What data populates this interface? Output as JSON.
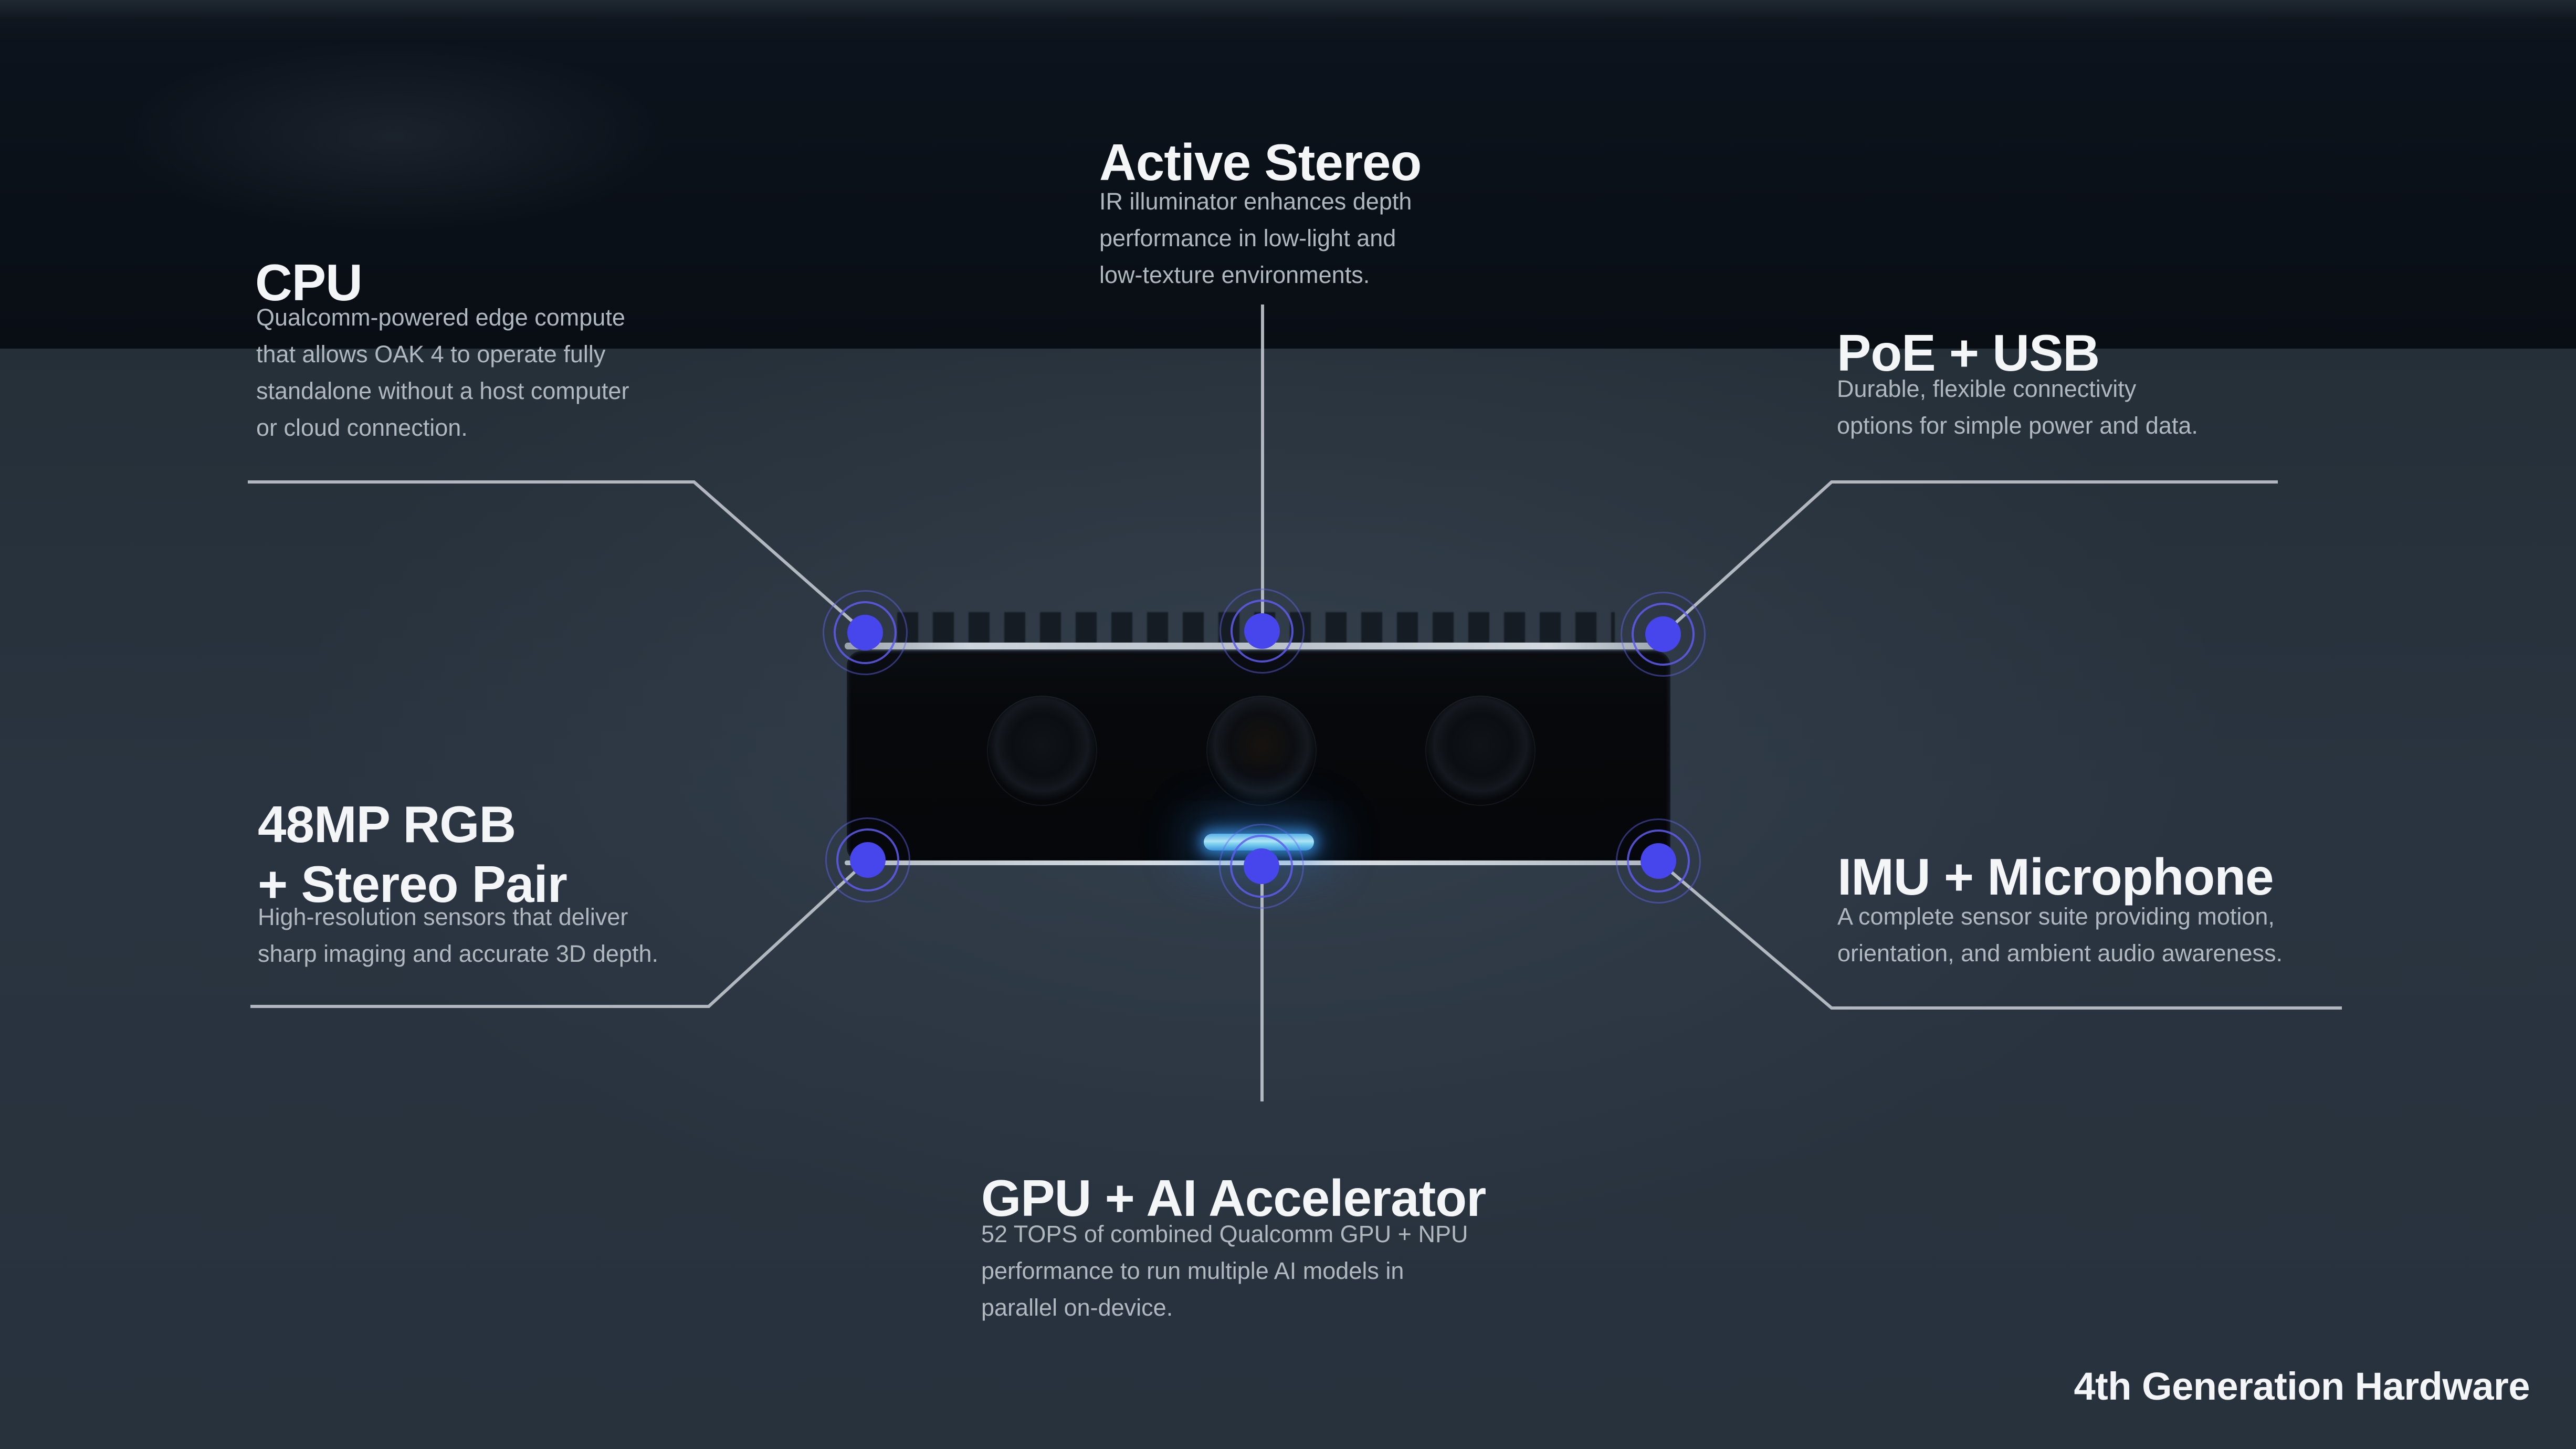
{
  "page": {
    "footer": "4th Generation Hardware"
  },
  "colors": {
    "accent_blue": "#4745ec",
    "ring_blue": "#6366f1",
    "led_cyan": "#8fd9f2",
    "connector_line": "#b9bfc6",
    "background": "#28323d",
    "lower_band": "#0b1119",
    "title_text": "#f3f5f7",
    "body_text": "#b0b7bf"
  },
  "callouts": [
    {
      "id": "cpu",
      "title": "CPU",
      "desc_lines": [
        "Qualcomm-powered edge compute",
        "that allows OAK 4 to operate fully",
        "standalone without a host computer",
        "or cloud connection."
      ]
    },
    {
      "id": "active-stereo",
      "title": "Active Stereo",
      "desc_lines": [
        "IR illuminator enhances depth",
        "performance in low-light and",
        "low-texture environments."
      ]
    },
    {
      "id": "poe-usb",
      "title": "PoE + USB",
      "desc_lines": [
        "Durable, flexible connectivity",
        "options for simple power and data."
      ]
    },
    {
      "id": "rgb-stereo-pair",
      "title_lines": [
        "48MP RGB",
        "+ Stereo Pair"
      ],
      "desc_lines": [
        "High-resolution sensors that deliver",
        "sharp imaging and accurate 3D depth."
      ]
    },
    {
      "id": "imu-microphone",
      "title": "IMU + Microphone",
      "desc_lines": [
        "A complete sensor suite providing motion,",
        "orientation, and ambient audio awareness."
      ]
    },
    {
      "id": "gpu-ai-accelerator",
      "title": "GPU + AI Accelerator",
      "desc_lines": [
        "52 TOPS of combined Qualcomm GPU + NPU",
        "performance to run multiple AI models in",
        "parallel on-device."
      ]
    }
  ]
}
